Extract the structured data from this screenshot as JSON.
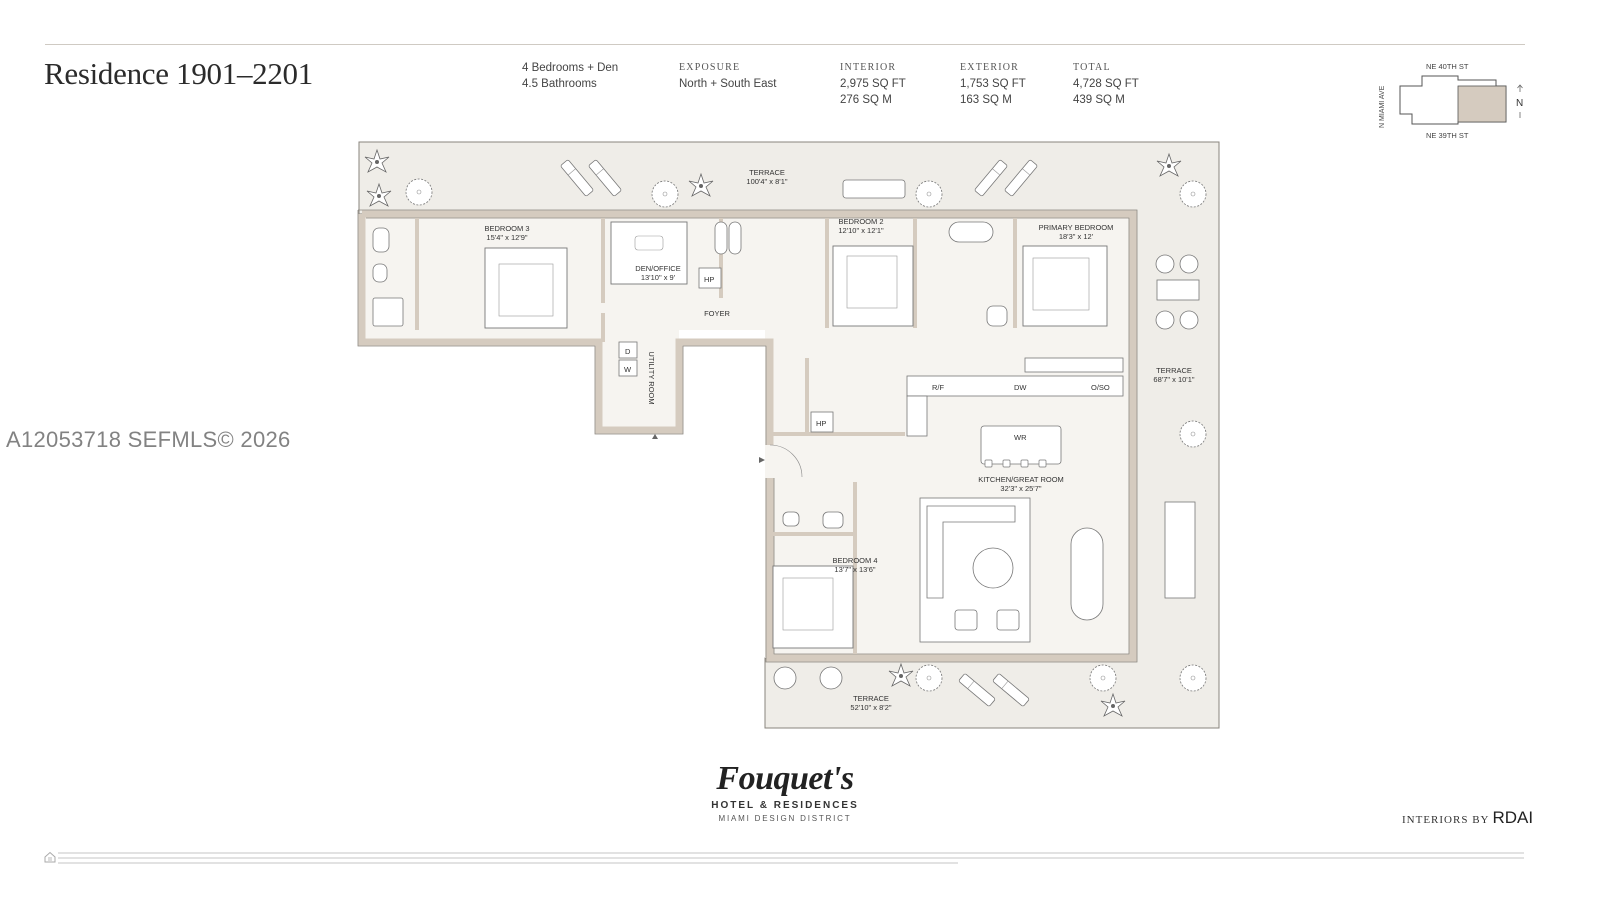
{
  "header": {
    "title": "Residence 1901–2201",
    "rooms_line1": "4 Bedrooms + Den",
    "rooms_line2": "4.5 Bathrooms",
    "exposure_label": "EXPOSURE",
    "exposure_value": "North + South East",
    "interior_label": "INTERIOR",
    "interior_sqft": "2,975 SQ FT",
    "interior_sqm": "276 SQ M",
    "exterior_label": "EXTERIOR",
    "exterior_sqft": "1,753 SQ FT",
    "exterior_sqm": "163 SQ M",
    "total_label": "TOTAL",
    "total_sqft": "4,728 SQ FT",
    "total_sqm": "439 SQ M"
  },
  "keymap": {
    "north_street": "NE 40TH ST",
    "south_street": "NE 39TH ST",
    "west_street": "N MIAMI AVE",
    "north_label": "N"
  },
  "watermark": "A12053718  SEFMLS© 2026",
  "plan": {
    "terrace_north_name": "TERRACE",
    "terrace_north_dim": "100'4\" x 8'1\"",
    "bedroom3_name": "BEDROOM 3",
    "bedroom3_dim": "15'4\" x 12'9\"",
    "den_name": "DEN/OFFICE",
    "den_dim": "13'10\" x 9'",
    "bedroom2_name": "BEDROOM 2",
    "bedroom2_dim": "12'10\" x 12'1\"",
    "primary_name": "PRIMARY BEDROOM",
    "primary_dim": "18'3\" x 12'",
    "foyer": "FOYER",
    "utility": "UTILITY ROOM",
    "terrace_east_name": "TERRACE",
    "terrace_east_dim": "68'7\" x 10'1\"",
    "kitchen_name": "KITCHEN/GREAT ROOM",
    "kitchen_dim": "32'3\" x 25'7\"",
    "bedroom4_name": "BEDROOM 4",
    "bedroom4_dim": "13'7\" x 13'6\"",
    "terrace_south_name": "TERRACE",
    "terrace_south_dim": "52'10\" x 8'2\"",
    "hp": "HP",
    "d": "D",
    "w": "W",
    "rf": "R/F",
    "dw": "DW",
    "oso": "O/SO",
    "wr": "WR"
  },
  "branding": {
    "name": "Fouquet's",
    "line1": "HOTEL & RESIDENCES",
    "line2": "MIAMI DESIGN DISTRICT",
    "interiors_by": "INTERIORS BY",
    "interiors_firm": "RDAI"
  },
  "colors": {
    "wall": "#d5cbbf",
    "floor": "#efede8",
    "line": "#6e6a64"
  }
}
